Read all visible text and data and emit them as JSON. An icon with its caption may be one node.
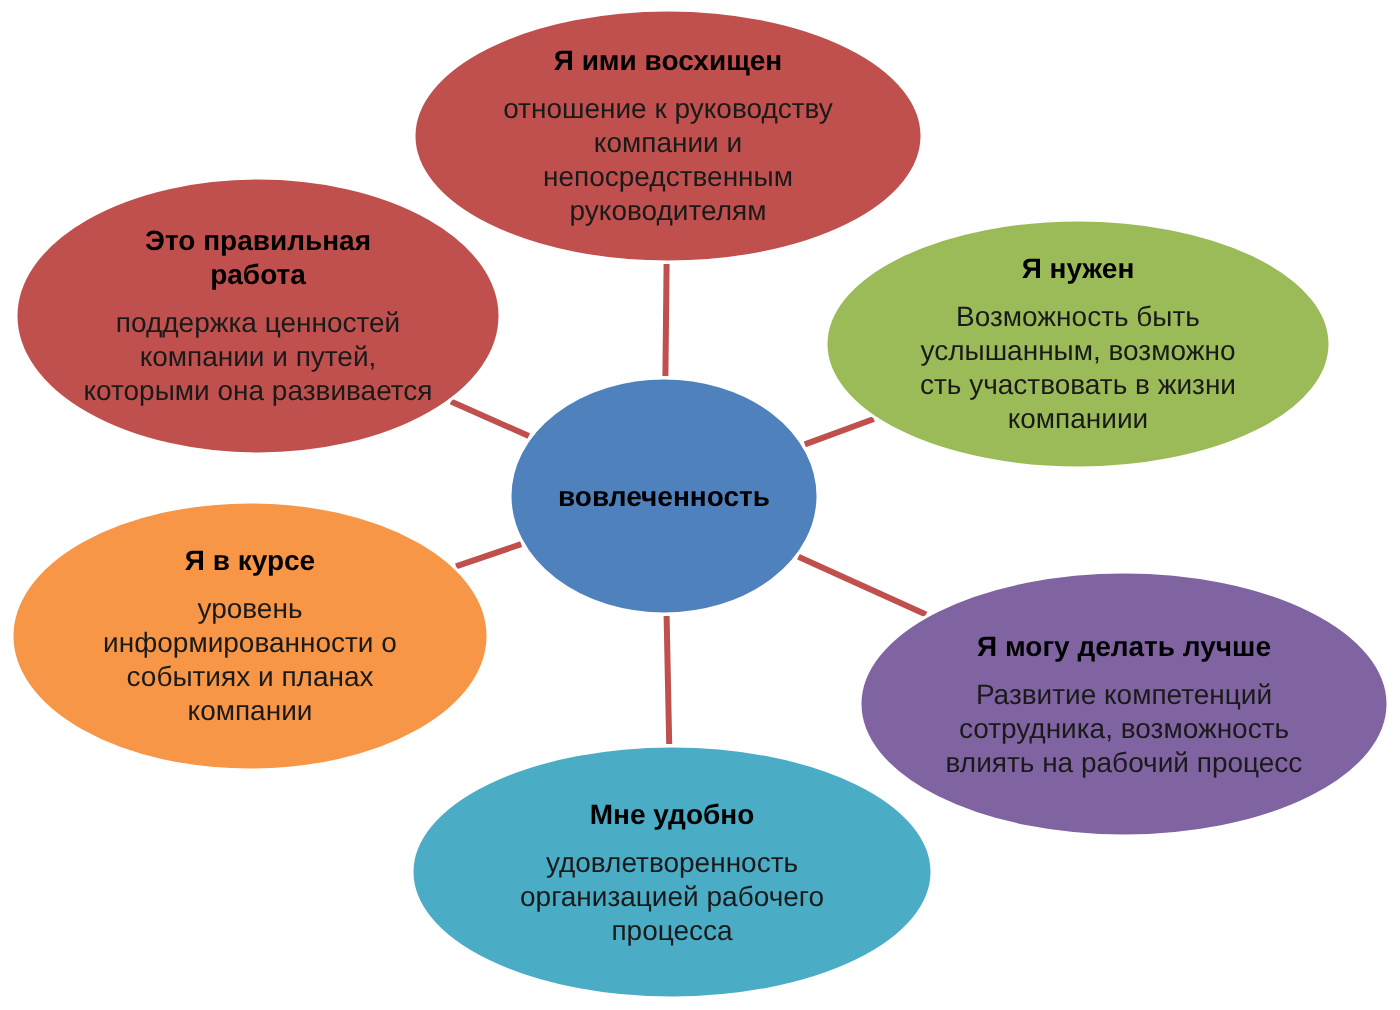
{
  "diagram": {
    "nodes": [
      {
        "text": [
          "Я ими восхищен",
          "отношение к руководству компании и непосредственным руководителям"
        ]
      },
      {
        "text": [
          "Это правильная работа",
          "поддержка ценностей компании и путей, которыми она развивается"
        ]
      },
      {
        "text": [
          "Я нужен",
          "Возможность быть услышанным, возможно сть участвовать в жизни компаниии"
        ]
      },
      {
        "text": [
          "вовлеченность"
        ]
      },
      {
        "text": [
          "Я в курсе",
          "уровень информированности о событиях и планах компании"
        ]
      },
      {
        "text": [
          "Я могу делать лучше",
          "Развитие компетенций сотрудника, возможность влиять на рабочий процесс"
        ]
      },
      {
        "text": [
          "Мне удобно",
          "удовлетворенность организацией рабочего процесса"
        ]
      }
    ],
    "edges": [
      {
        "from": 3,
        "to": 0,
        "arrow": "none"
      },
      {
        "from": 3,
        "to": 1,
        "arrow": "none"
      },
      {
        "from": 3,
        "to": 2,
        "arrow": "none"
      },
      {
        "from": 3,
        "to": 4,
        "arrow": "none"
      },
      {
        "from": 3,
        "to": 5,
        "arrow": "none"
      },
      {
        "from": 3,
        "to": 6,
        "arrow": "none"
      }
    ]
  }
}
